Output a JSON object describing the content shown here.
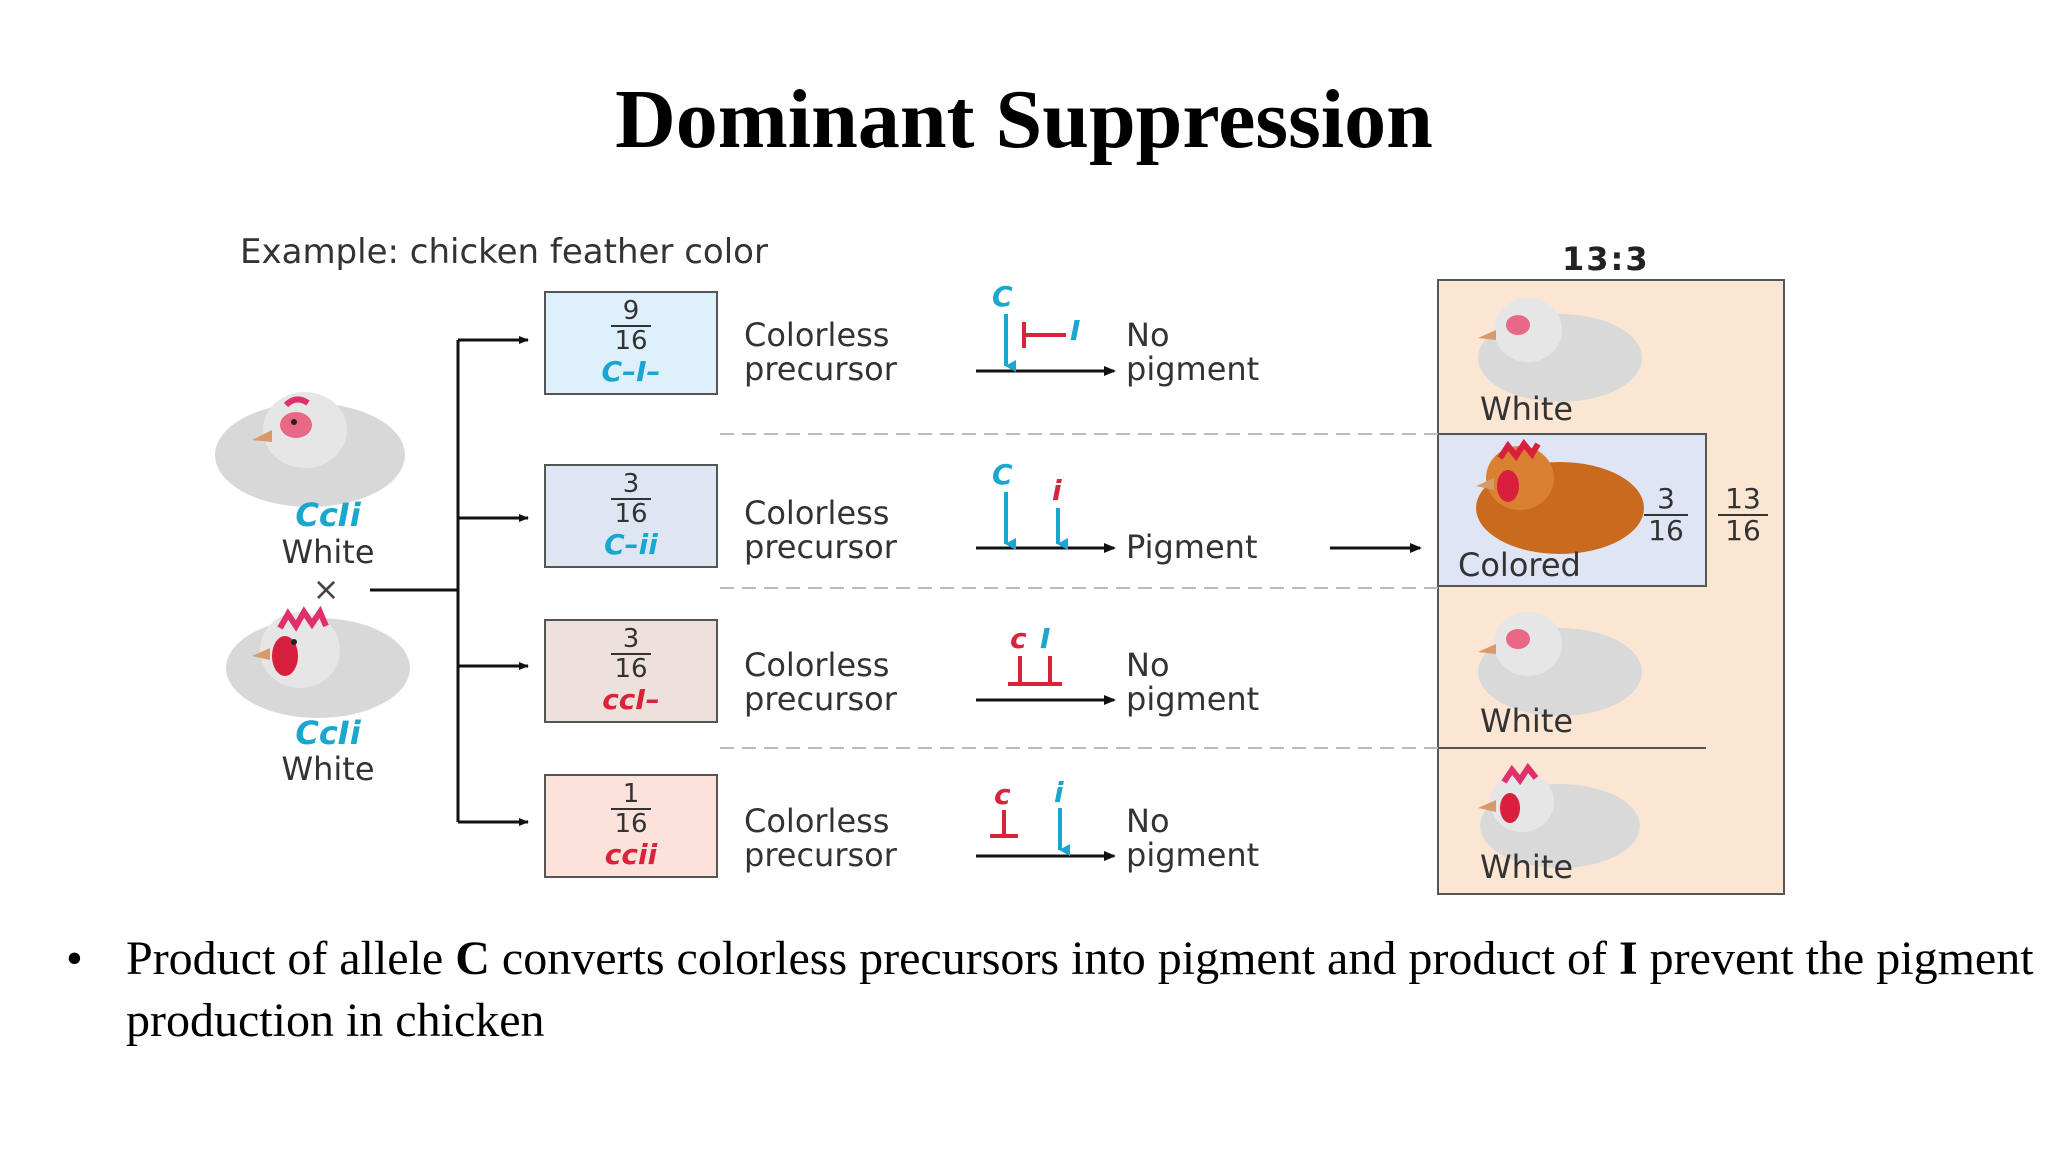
{
  "title": "Dominant Suppression",
  "example_label": "Example: chicken feather color",
  "ratio_label": "13:3",
  "colors": {
    "cyan": "#1aa7cf",
    "red": "#d8243a",
    "box1": "#def0fb",
    "box2": "#dfe6f3",
    "box3": "#eee0da",
    "box4": "#fbe3dc",
    "panel": "#fbe5d3",
    "colored_box": "#dfe5f4"
  },
  "parents": [
    {
      "genotype": "CcIi",
      "phenotype": "White"
    },
    {
      "genotype": "CcIi",
      "phenotype": "White"
    }
  ],
  "cross_symbol": "×",
  "rows": [
    {
      "fraction_num": "9",
      "fraction_den": "16",
      "genotype": "C–I–",
      "precursor_line1": "Colorless",
      "precursor_line2": "precursor",
      "allele_top": "C",
      "allele_inhib": "I",
      "result_line1": "No",
      "result_line2": "pigment"
    },
    {
      "fraction_num": "3",
      "fraction_den": "16",
      "genotype": "C–ii",
      "precursor_line1": "Colorless",
      "precursor_line2": "precursor",
      "allele_top": "C",
      "allele_inhib": "i",
      "result_line1": "Pigment",
      "result_line2": ""
    },
    {
      "fraction_num": "3",
      "fraction_den": "16",
      "genotype": "ccI–",
      "precursor_line1": "Colorless",
      "precursor_line2": "precursor",
      "allele_top": "c",
      "allele_inhib": "I",
      "result_line1": "No",
      "result_line2": "pigment"
    },
    {
      "fraction_num": "1",
      "fraction_den": "16",
      "genotype": "ccii",
      "precursor_line1": "Colorless",
      "precursor_line2": "precursor",
      "allele_top": "c",
      "allele_inhib": "i",
      "result_line1": "No",
      "result_line2": "pigment"
    }
  ],
  "phenotypes": [
    {
      "label": "White"
    },
    {
      "label": "Colored",
      "fraction_num": "3",
      "fraction_den": "16"
    },
    {
      "label": "White"
    },
    {
      "label": "White"
    }
  ],
  "total_fraction": {
    "num": "13",
    "den": "16"
  },
  "bullet": {
    "part1": "Product of allele ",
    "allele1": "C",
    "part2": " converts colorless precursors into pigment and product of ",
    "allele2": "I",
    "part3": " prevent the pigment production in chicken"
  }
}
